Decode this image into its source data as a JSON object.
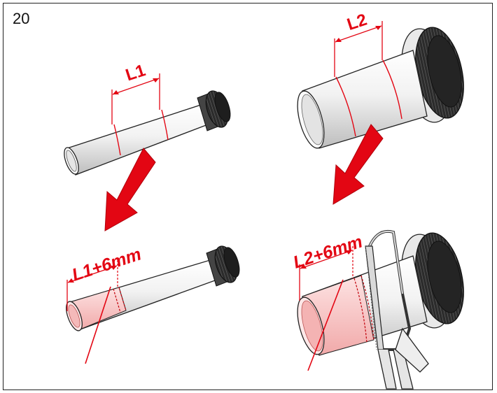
{
  "step_number": "20",
  "labels": {
    "l1": "L1",
    "l2": "L2",
    "l1_plus": "L1+6mm",
    "l2_plus": "L2+6mm"
  },
  "colors": {
    "accent_red": "#e30613",
    "cut_fill": "#f7c6c6",
    "outline": "#222222",
    "frame": "#222222"
  }
}
